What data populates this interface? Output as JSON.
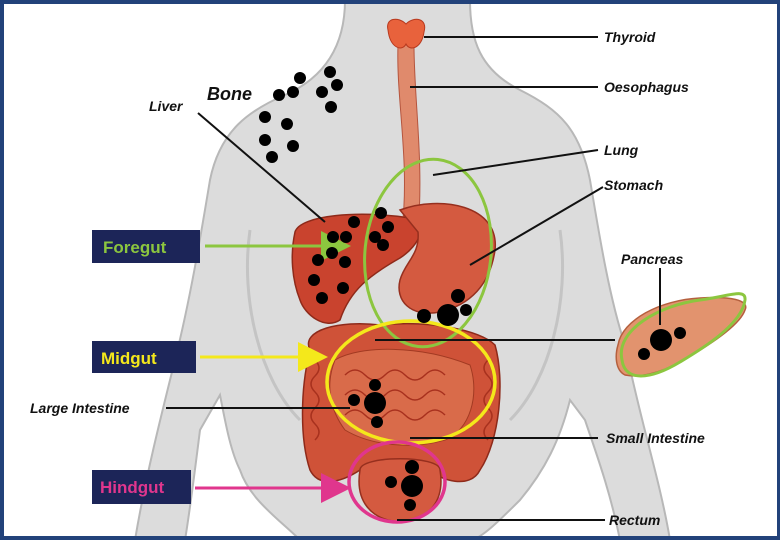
{
  "colors": {
    "border": "#22427a",
    "box_bg": "#1c2558",
    "foregut": "#8cc63f",
    "midgut": "#f4e81b",
    "hindgut": "#e0368d",
    "metastasis_dot": "#000000",
    "body_skin": "#dcdcdc",
    "organ_red": "#c9432e"
  },
  "region_boxes": {
    "foregut": "Foregut",
    "midgut": "Midgut",
    "hindgut": "Hindgut"
  },
  "organ_labels": {
    "thyroid": "Thyroid",
    "oesophagus": "Oesophagus",
    "lung": "Lung",
    "stomach": "Stomach",
    "pancreas": "Pancreas",
    "small_intestine": "Small Intestine",
    "rectum": "Rectum",
    "liver": "Liver",
    "bone": "Bone",
    "large_intestine": "Large Intestine"
  }
}
